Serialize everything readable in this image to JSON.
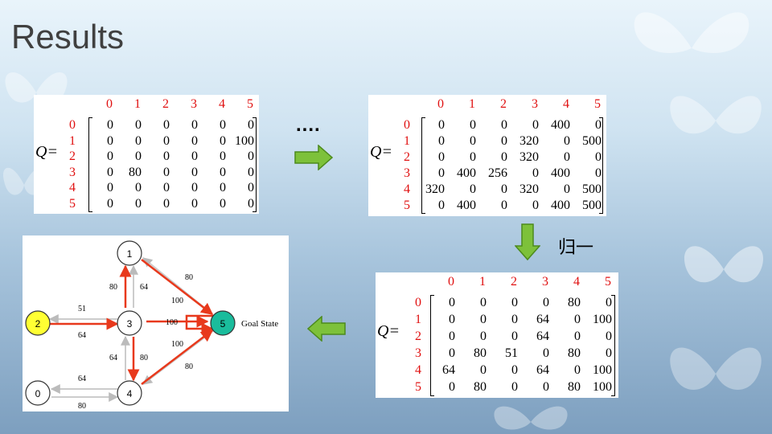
{
  "slide": {
    "title": "Results"
  },
  "labels": {
    "ellipsis": "....",
    "normalize": "归一"
  },
  "matrices": {
    "q_initial": {
      "label": "Q=",
      "cols": [
        "0",
        "1",
        "2",
        "3",
        "4",
        "5"
      ],
      "rows": [
        "0",
        "1",
        "2",
        "3",
        "4",
        "5"
      ],
      "values": [
        [
          "0",
          "0",
          "0",
          "0",
          "0",
          "0"
        ],
        [
          "0",
          "0",
          "0",
          "0",
          "0",
          "100"
        ],
        [
          "0",
          "0",
          "0",
          "0",
          "0",
          "0"
        ],
        [
          "0",
          "80",
          "0",
          "0",
          "0",
          "0"
        ],
        [
          "0",
          "0",
          "0",
          "0",
          "0",
          "0"
        ],
        [
          "0",
          "0",
          "0",
          "0",
          "0",
          "0"
        ]
      ]
    },
    "q_converged": {
      "label": "Q=",
      "cols": [
        "0",
        "1",
        "2",
        "3",
        "4",
        "5"
      ],
      "rows": [
        "0",
        "1",
        "2",
        "3",
        "4",
        "5"
      ],
      "values": [
        [
          "0",
          "0",
          "0",
          "0",
          "400",
          "0"
        ],
        [
          "0",
          "0",
          "0",
          "320",
          "0",
          "500"
        ],
        [
          "0",
          "0",
          "0",
          "320",
          "0",
          "0"
        ],
        [
          "0",
          "400",
          "256",
          "0",
          "400",
          "0"
        ],
        [
          "320",
          "0",
          "0",
          "320",
          "0",
          "500"
        ],
        [
          "0",
          "400",
          "0",
          "0",
          "400",
          "500"
        ]
      ]
    },
    "q_normalized": {
      "label": "Q=",
      "cols": [
        "0",
        "1",
        "2",
        "3",
        "4",
        "5"
      ],
      "rows": [
        "0",
        "1",
        "2",
        "3",
        "4",
        "5"
      ],
      "values": [
        [
          "0",
          "0",
          "0",
          "0",
          "80",
          "0"
        ],
        [
          "0",
          "0",
          "0",
          "64",
          "0",
          "100"
        ],
        [
          "0",
          "0",
          "0",
          "64",
          "0",
          "0"
        ],
        [
          "0",
          "80",
          "51",
          "0",
          "80",
          "0"
        ],
        [
          "64",
          "0",
          "0",
          "64",
          "0",
          "100"
        ],
        [
          "0",
          "80",
          "0",
          "0",
          "80",
          "100"
        ]
      ]
    }
  },
  "graph": {
    "nodes": [
      {
        "id": "1",
        "label": "1",
        "color": "#ffffff"
      },
      {
        "id": "2",
        "label": "2",
        "color": "#ffff33"
      },
      {
        "id": "3",
        "label": "3",
        "color": "#ffffff"
      },
      {
        "id": "5",
        "label": "5",
        "color": "#1abc9c"
      },
      {
        "id": "0",
        "label": "0",
        "color": "#ffffff"
      },
      {
        "id": "4",
        "label": "4",
        "color": "#ffffff"
      }
    ],
    "goal_label": "Goal State",
    "edge_labels": {
      "e1_3_up": "80",
      "e3_1": "64",
      "e1_5_top": "80",
      "e1_5_inner": "100",
      "e2_3_top": "51",
      "e2_3_bot": "64",
      "e3_5": "100",
      "e3_4_left": "64",
      "e3_4_right": "80",
      "e4_5_inner": "100",
      "e4_5_bot": "80",
      "e0_4_top": "64",
      "e0_4_bot": "80"
    },
    "colors": {
      "optimal_path": "#e8391c",
      "other_path": "#cccccc"
    }
  }
}
